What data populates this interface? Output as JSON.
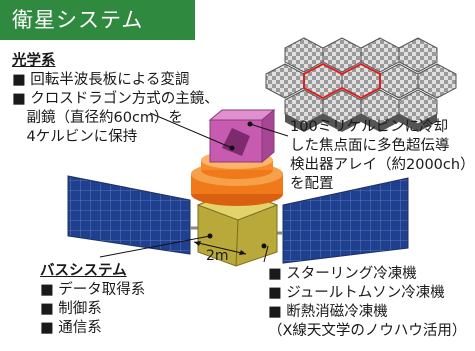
{
  "title": "衛星システム",
  "optics": {
    "heading": "光学系",
    "lines": [
      "■ 回転半波長板による変調",
      "■ クロスドラゴン方式の主鏡、",
      "　副鏡（直径約60cm）を",
      "　4ケルビンに保持"
    ]
  },
  "detector": {
    "lines": [
      "100ミリケルビンに冷却",
      "した焦点面に多色超伝導",
      "検出器アレイ（約2000ch）",
      "を配置"
    ]
  },
  "dimension_label": "2m",
  "bus": {
    "heading": "バスシステム",
    "lines": [
      "■ データ取得系",
      "■ 制御系",
      "■ 通信系"
    ]
  },
  "cooling": {
    "lines": [
      "■ スターリング冷凍機",
      "■ ジュールトムソン冷凍機",
      "■ 断熱消磁冷凍機",
      "（X線天文学のノウハウ活用）"
    ]
  },
  "colors": {
    "title_bg": "#2f8a3f",
    "solar_panel": "#1f3f8f",
    "bus_body": "#c9b84a",
    "orange_ring": "#f07a1a",
    "mirror_box": "#c75bb0",
    "detector_outline": "#d92020"
  }
}
